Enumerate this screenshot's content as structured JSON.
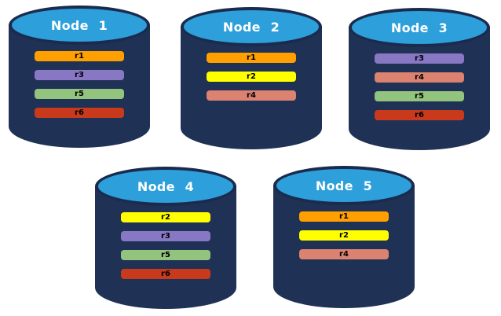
{
  "background": "#FFFFFF",
  "colors": {
    "cylinder_body": "#1F3154",
    "cylinder_top": "#2D9FDA",
    "cylinder_outline": "#1A2B4E",
    "title_text": "#FFFFFF",
    "bar_text": "#000000"
  },
  "replica_colors": {
    "r1": "#FFA000",
    "r2": "#FFFF00",
    "r3": "#8878C3",
    "r4": "#DC8271",
    "r5": "#93C47D",
    "r6": "#C93A1D"
  },
  "nodes": [
    {
      "title": "Node 1",
      "replicas": [
        "r1",
        "r3",
        "r5",
        "r6"
      ]
    },
    {
      "title": "Node 2",
      "replicas": [
        "r1",
        "r2",
        "r4"
      ]
    },
    {
      "title": "Node 3",
      "replicas": [
        "r3",
        "r4",
        "r5",
        "r6"
      ]
    },
    {
      "title": "Node 4",
      "replicas": [
        "r2",
        "r3",
        "r5",
        "r6"
      ]
    },
    {
      "title": "Node 5",
      "replicas": [
        "r1",
        "r2",
        "r4"
      ]
    }
  ]
}
